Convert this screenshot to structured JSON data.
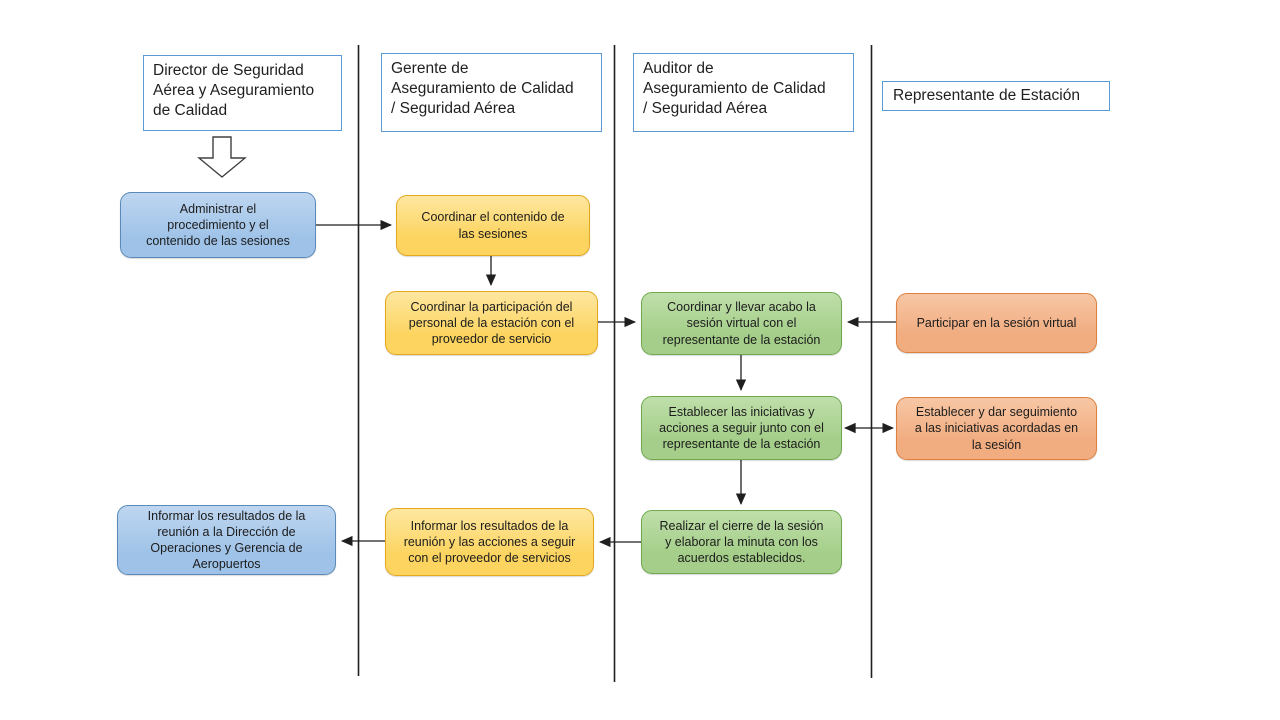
{
  "diagram": {
    "title_hint": "Swimlane process flowchart (virtual session coordination procedure)",
    "lanes": [
      {
        "title": "Director de Seguridad\nAérea y Aseguramiento\nde Calidad"
      },
      {
        "title": "Gerente de\nAseguramiento de Calidad\n/ Seguridad Aérea"
      },
      {
        "title": "Auditor de\nAseguramiento de Calidad\n/ Seguridad Aérea"
      },
      {
        "title": "Representante de Estación"
      }
    ],
    "nodes": {
      "administrar": {
        "lane": 1,
        "color": "blue",
        "label": "Administrar el\nprocedimiento y el\ncontenido de las sesiones"
      },
      "coordinar_contenido": {
        "lane": 2,
        "color": "yellow",
        "label": "Coordinar el contenido de\nlas sesiones"
      },
      "coordinar_participacion": {
        "lane": 2,
        "color": "yellow",
        "label": "Coordinar la participación del\npersonal de la estación con el\nproveedor de servicio"
      },
      "coordinar_sesion": {
        "lane": 3,
        "color": "green",
        "label": "Coordinar y llevar acabo  la\nsesión virtual con el\nrepresentante de la estación"
      },
      "participar": {
        "lane": 4,
        "color": "salmon",
        "label": "Participar en la sesión virtual"
      },
      "establecer_iniciativas": {
        "lane": 3,
        "color": "green",
        "label": "Establecer las iniciativas y\nacciones a seguir junto con el\nrepresentante de la estación"
      },
      "establecer_seguimiento": {
        "lane": 4,
        "color": "salmon",
        "label": "Establecer y dar seguimiento\na las iniciativas acordadas en\nla sesión"
      },
      "realizar_cierre": {
        "lane": 3,
        "color": "green",
        "label": "Realizar el cierre de la sesión\ny elaborar la minuta con los\nacuerdos establecidos."
      },
      "informar_proveedor": {
        "lane": 2,
        "color": "yellow",
        "label": "Informar los resultados de la\nreunión y las acciones a seguir\ncon el proveedor de servicios"
      },
      "informar_direccion": {
        "lane": 1,
        "color": "blue",
        "label": "Informar los resultados de la\nreunión a la Dirección de\nOperaciones y Gerencia de\nAeropuertos"
      }
    },
    "colors": {
      "blue_fill": "#9FC3E8",
      "blue_border": "#5C8AB8",
      "yellow_fill": "#FCD45F",
      "yellow_border": "#E3A820",
      "green_fill": "#A4CE89",
      "green_border": "#6FA84F",
      "salmon_fill": "#F1AC80",
      "salmon_border": "#DE813F",
      "header_border": "#5B9BD5",
      "line": "#1F1F1F",
      "background": "#FFFFFF"
    }
  }
}
